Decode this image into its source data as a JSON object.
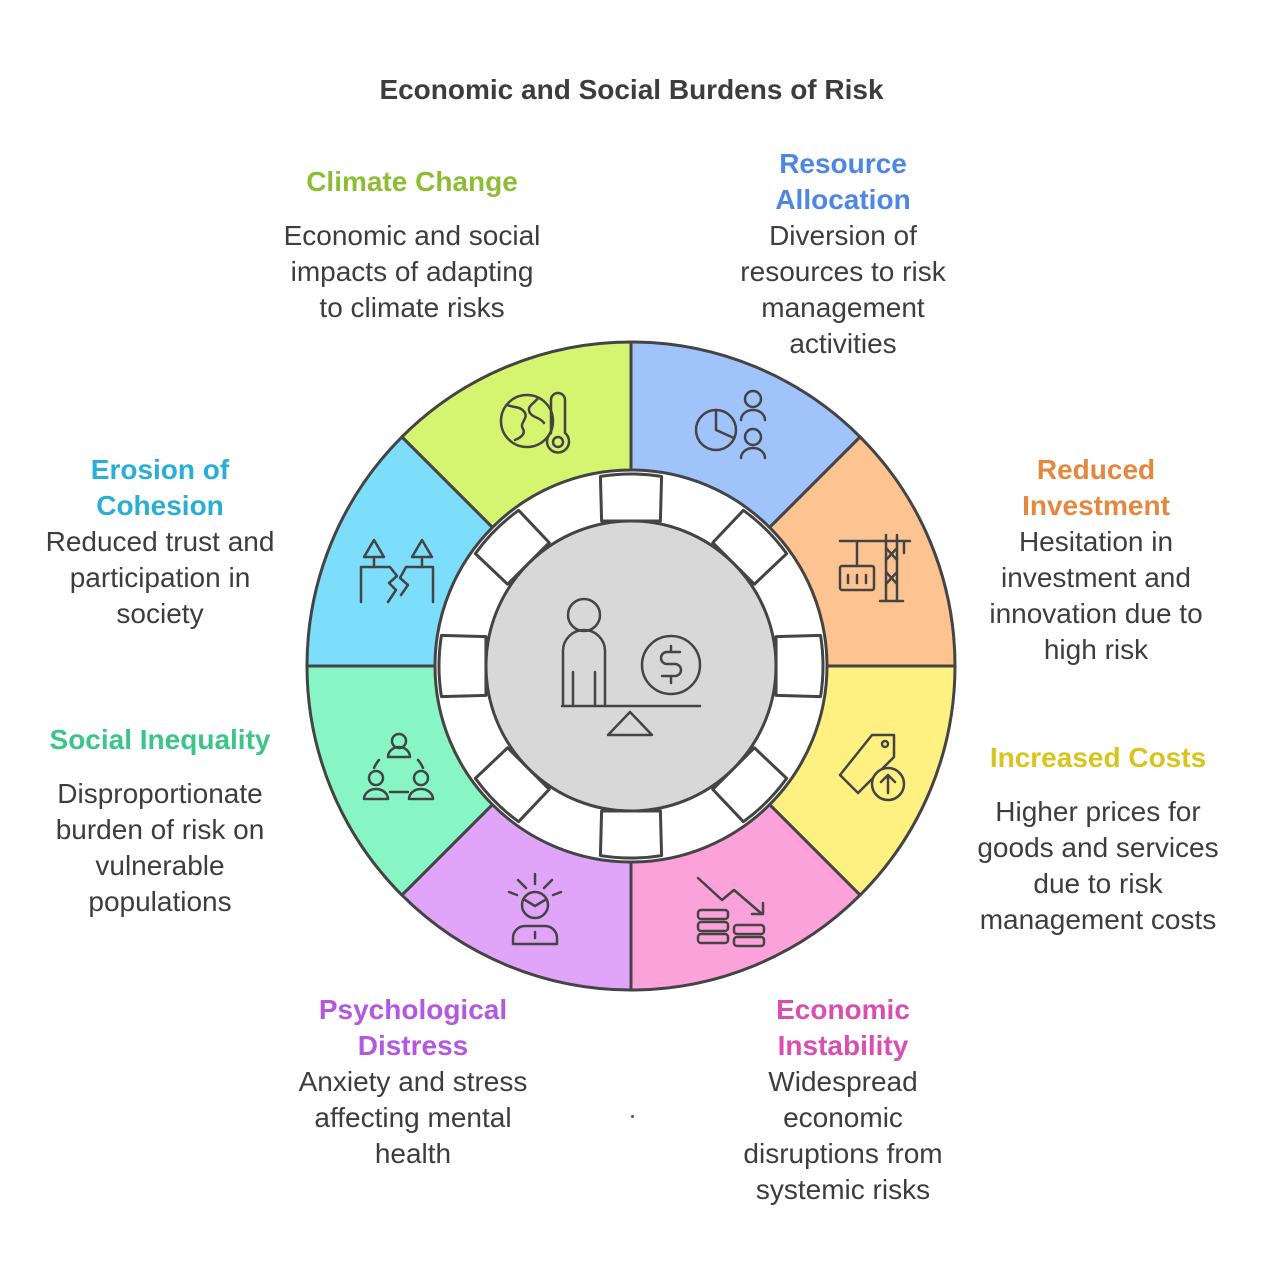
{
  "title": "Economic and Social Burdens of Risk",
  "center_icon": "person-balance-dollar-icon",
  "segments": [
    {
      "heading": "Climate Change",
      "description": "Economic and social impacts of adapting to climate risks",
      "color": "#d5f46f",
      "heading_color": "#8ebd34",
      "icon": "globe-thermometer-icon"
    },
    {
      "heading": "Resource Allocation",
      "description": "Diversion of resources to risk management activities",
      "color": "#a0c3fc",
      "heading_color": "#4e86e3",
      "icon": "pie-chart-people-icon"
    },
    {
      "heading": "Reduced Investment",
      "description": "Hesitation in investment and innovation due to high risk",
      "color": "#fdc391",
      "heading_color": "#e5883e",
      "icon": "crane-container-icon"
    },
    {
      "heading": "Increased Costs",
      "description": "Higher prices for goods and services due to risk management costs",
      "color": "#fff181",
      "heading_color": "#d9c41b",
      "icon": "price-tag-up-icon"
    },
    {
      "heading": "Economic Instability",
      "description": "Widespread economic disruptions from systemic risks",
      "color": "#fca2db",
      "heading_color": "#d84fb1",
      "icon": "coins-falling-arrow-icon"
    },
    {
      "heading": "Psychological Distress",
      "description": "Anxiety and stress affecting mental health",
      "color": "#e0a5f9",
      "heading_color": "#b358e0",
      "icon": "stressed-person-icon"
    },
    {
      "heading": "Social Inequality",
      "description": "Disproportionate burden of risk on vulnerable populations",
      "color": "#87f6c4",
      "heading_color": "#3cc58a",
      "icon": "unequal-group-icon"
    },
    {
      "heading": "Erosion of Cohesion",
      "description": "Reduced trust and participation in society",
      "color": "#7ddefb",
      "heading_color": "#2aaed6",
      "icon": "cracked-ground-icon"
    }
  ]
}
